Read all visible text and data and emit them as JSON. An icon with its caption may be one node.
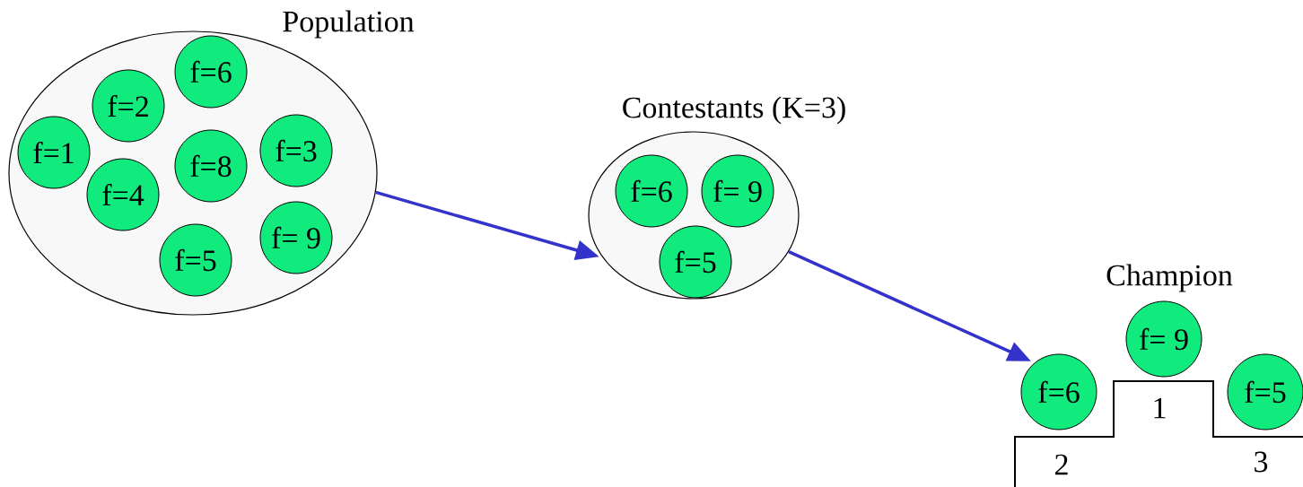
{
  "diagram": {
    "nodes": [
      {
        "text": [
          "Population"
        ]
      },
      {
        "text": [
          "f=6"
        ],
        "in": 0
      },
      {
        "text": [
          "f=2"
        ],
        "in": 0
      },
      {
        "text": [
          "f=1"
        ],
        "in": 0
      },
      {
        "text": [
          "f=8"
        ],
        "in": 0
      },
      {
        "text": [
          "f=3"
        ],
        "in": 0
      },
      {
        "text": [
          "f=4"
        ],
        "in": 0
      },
      {
        "text": [
          "f=5"
        ],
        "in": 0
      },
      {
        "text": [
          "f= 9"
        ],
        "in": 0
      },
      {
        "text": [
          "Contestants (K=3)"
        ]
      },
      {
        "text": [
          "f=6"
        ],
        "in": 9
      },
      {
        "text": [
          "f= 9"
        ],
        "in": 9
      },
      {
        "text": [
          "f=5"
        ],
        "in": 9
      },
      {
        "text": [
          "2",
          "1",
          "3"
        ]
      },
      {
        "text": [
          "f=6"
        ]
      },
      {
        "text": [
          "f= 9"
        ]
      },
      {
        "text": [
          "f=5"
        ]
      }
    ],
    "edges": [
      {
        "from": 0,
        "to": 9,
        "arrow": "to"
      },
      {
        "from": 9,
        "to": 14,
        "arrow": "to"
      }
    ],
    "labels": [
      "Champion"
    ]
  }
}
